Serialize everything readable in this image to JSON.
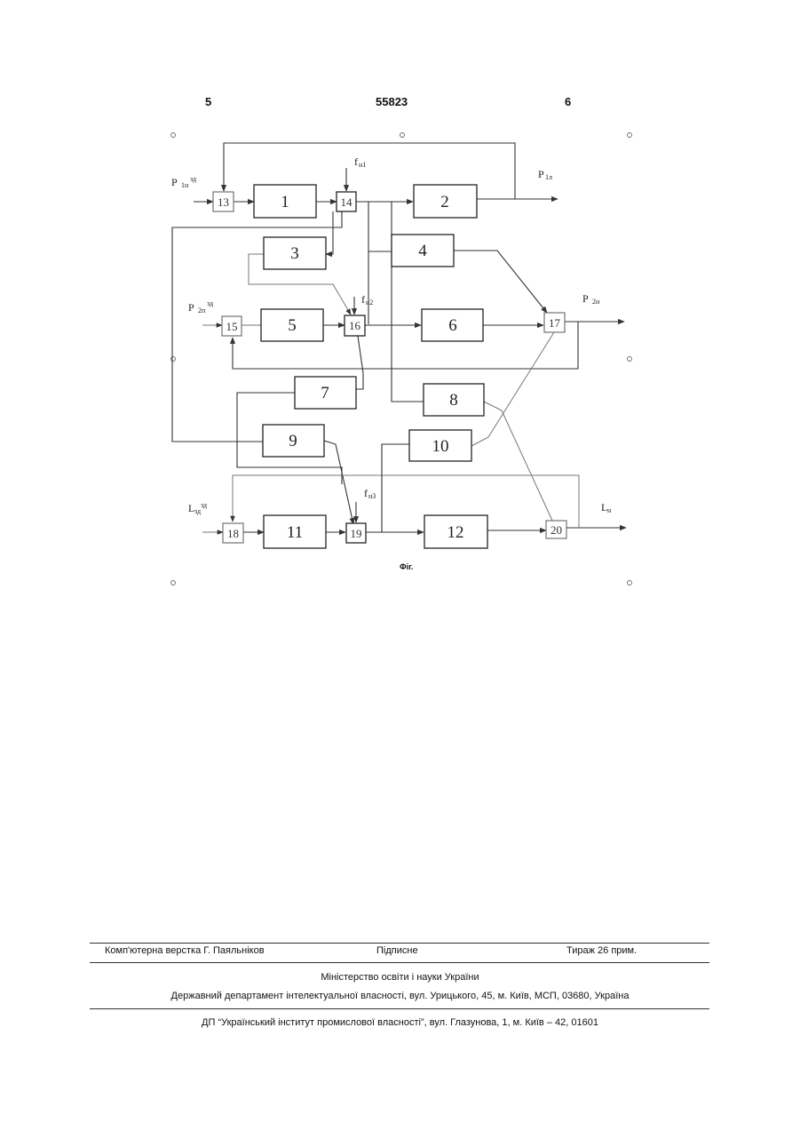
{
  "header": {
    "page_left": "5",
    "patent_number": "55823",
    "page_right": "6"
  },
  "diagram": {
    "blocks": [
      "1",
      "2",
      "3",
      "4",
      "5",
      "6",
      "7",
      "8",
      "9",
      "10",
      "11",
      "12"
    ],
    "nodes": [
      "13",
      "14",
      "15",
      "16",
      "17",
      "18",
      "19",
      "20"
    ],
    "inputs": {
      "p1_main": "P",
      "p1_sub": "1н",
      "p1_sup": "зд",
      "p2_main": "P",
      "p2_sub": "2п",
      "p2_sup": "зд",
      "l_main": "L",
      "l_sub": "зд",
      "l_sup": "зд"
    },
    "disturbances": {
      "f1_main": "f",
      "f1_sub": "н1",
      "f2_main": "f",
      "f2_sub": "н2",
      "f3_main": "f",
      "f3_sub": "н3"
    },
    "outputs": {
      "p1_main": "P",
      "p1_sub": "1л",
      "p2_main": "P",
      "p2_sub": "2н",
      "l_main": "L",
      "l_sub": "н"
    },
    "caption": "Фіг."
  },
  "footer": {
    "imprint_left": "Комп'ютерна верстка Г. Паяльніков",
    "imprint_center": "Підписне",
    "imprint_right": "Тираж 26 прим.",
    "ministry": "Міністерство освіти і науки України",
    "department": "Державний департамент інтелектуальної власності, вул. Урицького, 45, м. Київ, МСП, 03680, Україна",
    "publisher": "ДП “Український інститут промислової власності”, вул. Глазунова, 1, м. Київ – 42, 01601"
  }
}
